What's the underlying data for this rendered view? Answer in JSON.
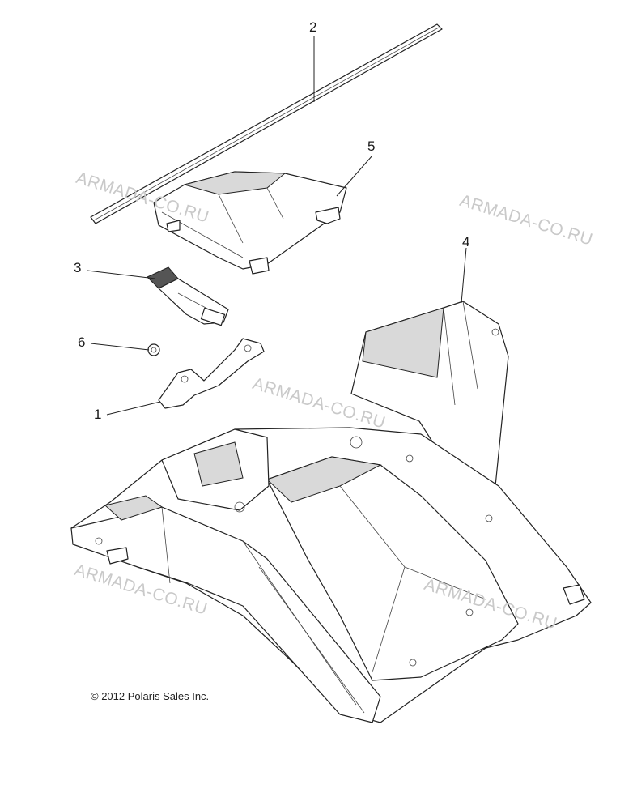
{
  "diagram": {
    "callouts": [
      {
        "label": "1"
      },
      {
        "label": "2"
      },
      {
        "label": "3"
      },
      {
        "label": "4"
      },
      {
        "label": "5"
      },
      {
        "label": "6"
      }
    ],
    "watermarks": [
      "ARMADA-CO.RU",
      "ARMADA-CO.RU",
      "ARMADA-CO.RU",
      "ARMADA-CO.RU",
      "ARMADA-CO.RU"
    ],
    "copyright": "© 2012 Polaris Sales Inc."
  }
}
